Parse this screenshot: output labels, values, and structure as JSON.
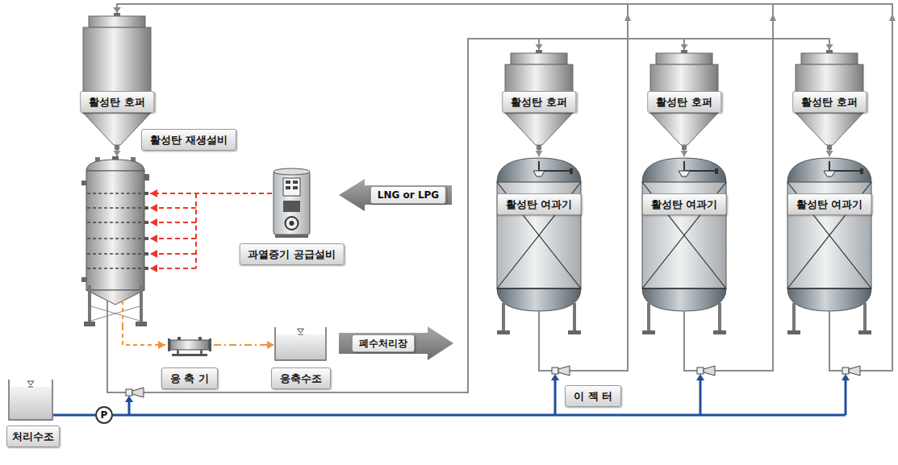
{
  "diagram": {
    "nodes": [
      {
        "text": [
          "활성탄 호퍼"
        ]
      },
      {
        "text": [
          "활성탄 재생설비"
        ]
      },
      {
        "text": [
          "과열증기 공급설비"
        ]
      },
      {
        "text": [
          "LNG or LPG"
        ]
      },
      {
        "text": [
          "응 축 기"
        ]
      },
      {
        "text": [
          "응축수조"
        ]
      },
      {
        "text": [
          "폐수처리장"
        ]
      },
      {
        "text": [
          "활성탄 호퍼"
        ]
      },
      {
        "text": [
          "활성탄 여과기"
        ]
      },
      {
        "text": [
          "활성탄 호퍼"
        ]
      },
      {
        "text": [
          "활성탄 여과기"
        ]
      },
      {
        "text": [
          "활성탄 호퍼"
        ]
      },
      {
        "text": [
          "활성탄 여과기"
        ]
      },
      {
        "text": [
          "이 젝 터"
        ]
      },
      {
        "text": [
          "처리수조"
        ]
      },
      {
        "text": [
          "P"
        ]
      }
    ],
    "edges": [
      {
        "from": 0,
        "to": 1,
        "arrow": "to"
      },
      {
        "from": 2,
        "to": 1,
        "arrow": "to"
      },
      {
        "from": 1,
        "to": 4,
        "arrow": "to"
      },
      {
        "from": 4,
        "to": 5,
        "arrow": "to"
      },
      {
        "from": 1,
        "to": 7,
        "arrow": "to"
      },
      {
        "from": 1,
        "to": 9,
        "arrow": "to"
      },
      {
        "from": 1,
        "to": 11,
        "arrow": "to"
      },
      {
        "from": 7,
        "to": 8,
        "arrow": "to"
      },
      {
        "from": 9,
        "to": 10,
        "arrow": "to"
      },
      {
        "from": 11,
        "to": 12,
        "arrow": "to"
      },
      {
        "from": 8,
        "to": 0,
        "arrow": "to"
      },
      {
        "from": 10,
        "to": 0,
        "arrow": "to"
      },
      {
        "from": 12,
        "to": 0,
        "arrow": "to"
      },
      {
        "from": 14,
        "to": 15,
        "arrow": "none"
      }
    ]
  }
}
